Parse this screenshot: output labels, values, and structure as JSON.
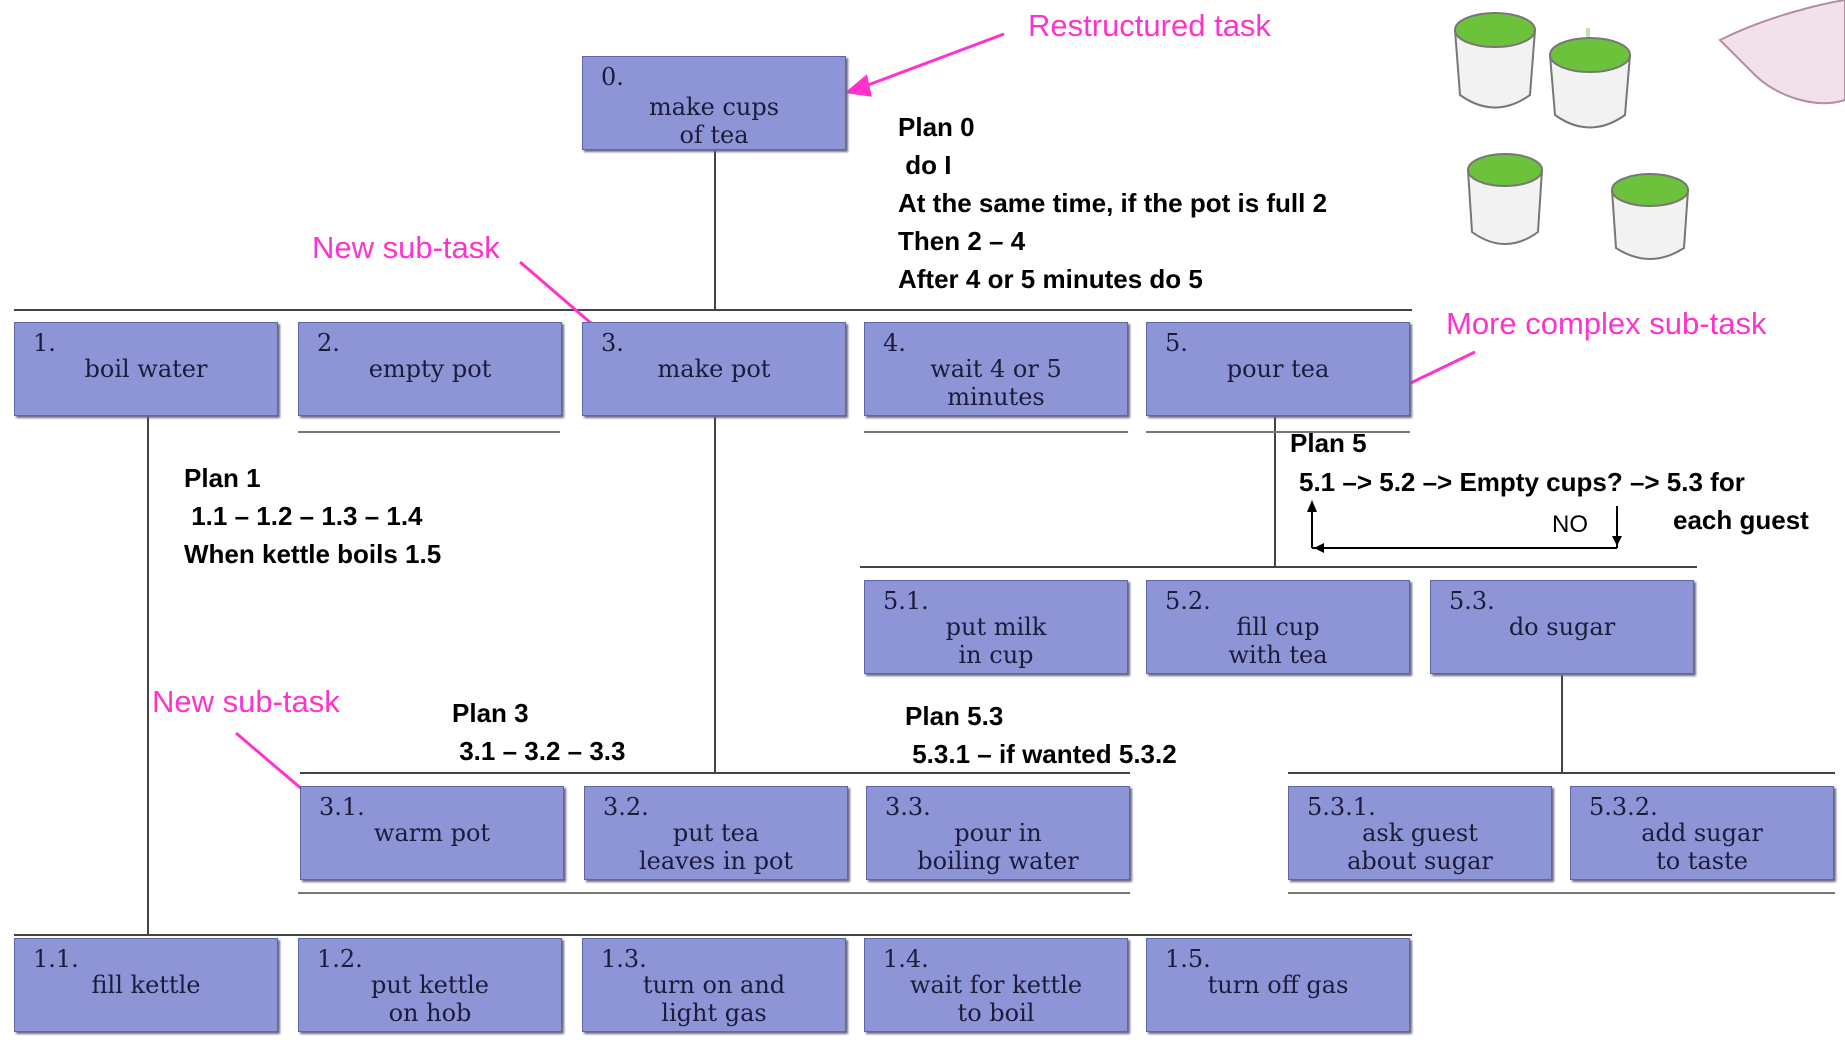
{
  "annotations": {
    "restructured_task": "Restructured task",
    "new_subtask_top": "New sub-task",
    "new_subtask_bottom": "New sub-task",
    "more_complex": "More complex sub-task"
  },
  "tasks": {
    "t0": {
      "num": "0.",
      "label": "make cups\nof tea"
    },
    "t1": {
      "num": "1.",
      "label": "boil water"
    },
    "t2": {
      "num": "2.",
      "label": "empty pot"
    },
    "t3": {
      "num": "3.",
      "label": "make pot"
    },
    "t4": {
      "num": "4.",
      "label": "wait 4 or 5\nminutes"
    },
    "t5": {
      "num": "5.",
      "label": "pour tea"
    },
    "t51": {
      "num": "5.1.",
      "label": "put milk\nin cup"
    },
    "t52": {
      "num": "5.2.",
      "label": "fill cup\nwith tea"
    },
    "t53": {
      "num": "5.3.",
      "label": "do sugar"
    },
    "t31": {
      "num": "3.1.",
      "label": "warm pot"
    },
    "t32": {
      "num": "3.2.",
      "label": "put tea\nleaves in pot"
    },
    "t33": {
      "num": "3.3.",
      "label": "pour in\nboiling water"
    },
    "t531": {
      "num": "5.3.1.",
      "label": "ask guest\nabout sugar"
    },
    "t532": {
      "num": "5.3.2.",
      "label": "add sugar\nto taste"
    },
    "t11": {
      "num": "1.1.",
      "label": "fill kettle"
    },
    "t12": {
      "num": "1.2.",
      "label": "put kettle\non hob"
    },
    "t13": {
      "num": "1.3.",
      "label": "turn on and\nlight gas"
    },
    "t14": {
      "num": "1.4.",
      "label": "wait for kettle\nto boil"
    },
    "t15": {
      "num": "1.5.",
      "label": "turn off gas"
    }
  },
  "plans": {
    "plan0": "Plan 0\n do I\nAt the same time, if the pot is full 2\nThen 2 – 4\nAfter 4 or 5 minutes do 5",
    "plan1": "Plan 1\n 1.1 – 1.2 – 1.3 – 1.4\nWhen kettle boils 1.5",
    "plan3": "Plan 3\n 3.1 – 3.2 – 3.3",
    "plan53": "Plan 5.3\n 5.3.1 – if wanted 5.3.2",
    "plan5_title": "Plan 5",
    "plan5_seq": "5.1 –> 5.2 –> Empty cups? –> 5.3 for",
    "plan5_each": "each guest",
    "plan5_no": "NO"
  },
  "colors": {
    "box_fill": "#8d95d6",
    "annotation": "#ff33cc",
    "tea_green": "#6cc23a"
  }
}
